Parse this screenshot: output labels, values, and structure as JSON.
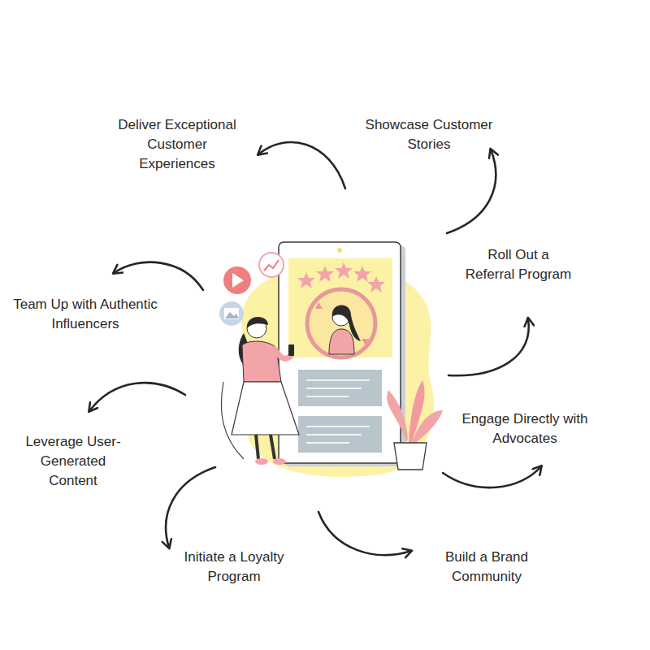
{
  "diagram": {
    "labels": [
      "Deliver Exceptional Customer Experiences",
      "Showcase Customer Stories",
      "Roll Out a Referral Program",
      "Team Up with Authentic Influencers",
      "Leverage User-Generated Content",
      "Engage Directly with Advocates",
      "Initiate a Loyalty Program",
      "Build a Brand Community"
    ]
  }
}
